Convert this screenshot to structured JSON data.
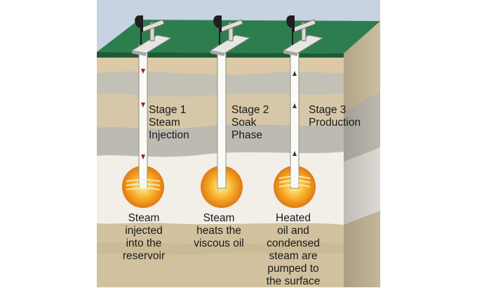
{
  "colors": {
    "sky": "#c7d3e2",
    "grass_top": "#2d7e4f",
    "grass_front": "#1d5a38",
    "layer_tan": "#dcc9a7",
    "layer_gray": "#c3c0b6",
    "layer_band": "#d6c7a8",
    "reservoir": "#f1efe8",
    "pipe": "#fafaf6",
    "pipe_stroke": "#8e8e86",
    "arrow": "#9a2626",
    "glow_core": "#fff3a0",
    "glow_mid": "#f7b12a",
    "glow_edge": "#e07a12",
    "side_face": "#9a9a94"
  },
  "stages": [
    {
      "title": "Stage 1\nSteam\nInjection",
      "description": "Steam\ninjected\ninto the\nreservoir",
      "flow": "down"
    },
    {
      "title": "Stage 2\nSoak\nPhase",
      "description": "Steam\nheats the\nviscous oil",
      "flow": "none"
    },
    {
      "title": "Stage 3\nProduction",
      "description": "Heated\noil and\ncondensed\nsteam are\npumped to\nthe surface",
      "flow": "up"
    }
  ],
  "icons": {
    "wellhead": "pump-jack-icon",
    "heat": "heat-glow-icon",
    "flow": "arrow-icon"
  }
}
